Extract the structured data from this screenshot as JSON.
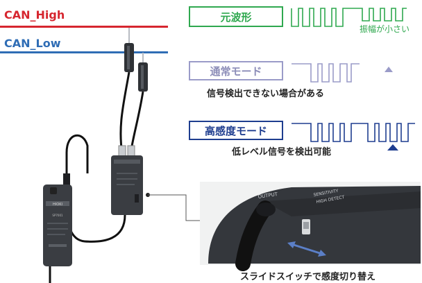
{
  "can_lines": {
    "high_label": "CAN_High",
    "low_label": "CAN_Low"
  },
  "modes": {
    "original": {
      "label": "元波形",
      "note": "振幅が小さい",
      "color": "#2fa84f"
    },
    "normal": {
      "label": "通常モード",
      "caption": "信号検出できない場合がある",
      "color": "#9a9bc8"
    },
    "high_sensitivity": {
      "label": "高感度モード",
      "caption": "低レベル信号を検出可能",
      "color": "#1e3d8f"
    }
  },
  "inset": {
    "caption": "スライドスイッチで感度切り替え",
    "printed_text": [
      "OUTPUT",
      "SENSITIVITY",
      "HIGH DETECT"
    ]
  },
  "device": {
    "printed_text": [
      "HIOKI",
      "SP7001"
    ]
  },
  "colors": {
    "can_high": "#d6262f",
    "can_low": "#2f6db5",
    "cable": "#111111",
    "probe_body": "#3a3d42"
  }
}
